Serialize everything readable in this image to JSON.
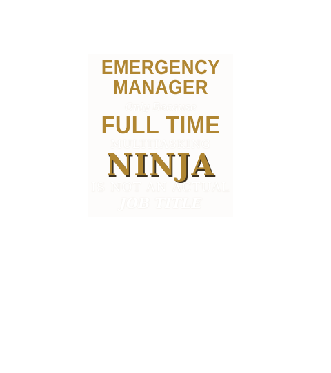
{
  "design": {
    "line1": "EMERGENCY",
    "line2": "MANAGER",
    "line3": "Only Because",
    "line4": "FULL TIME",
    "line5": "MULTITASKING",
    "line6": "NINJA",
    "line7": "IS NOT AN ACTUAL",
    "line8": "JOB TITLE"
  },
  "colors": {
    "gold": "#b08632",
    "ghost_text": "#ffffff",
    "background": "#ffffff"
  }
}
